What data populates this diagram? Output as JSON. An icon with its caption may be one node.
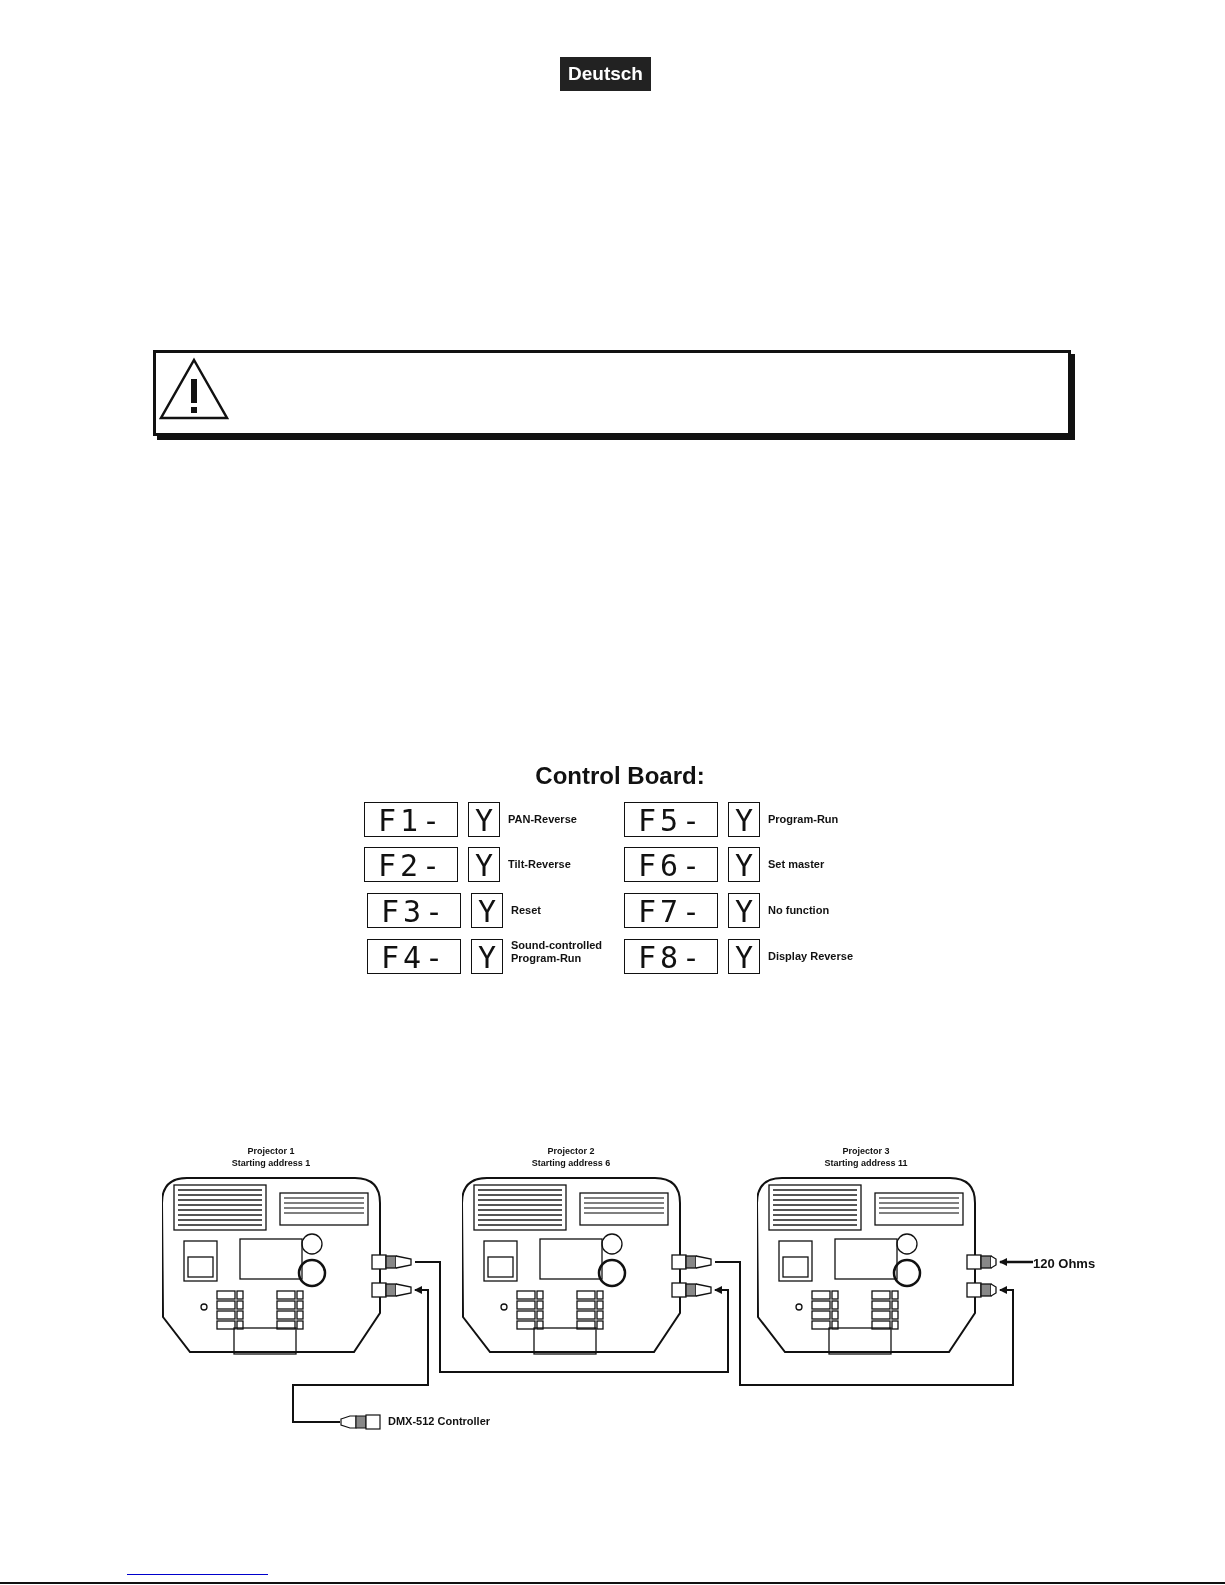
{
  "diagram": {
    "nodes": [
      {
        "text": [
          "Projector 1",
          "Starting address 1"
        ]
      },
      {
        "text": [
          "Projector 2",
          "Starting address 6"
        ]
      },
      {
        "text": [
          "Projector 3",
          "Starting address 11"
        ]
      },
      {
        "text": [
          "DMX-512 Controller"
        ]
      },
      {
        "text": [
          "120 Ohms"
        ]
      }
    ],
    "edges": [
      {
        "from": 3,
        "to": 0,
        "arrow": "to"
      },
      {
        "from": 0,
        "to": 1,
        "arrow": "to"
      },
      {
        "from": 1,
        "to": 2,
        "arrow": "to"
      },
      {
        "from": 4,
        "to": 2,
        "arrow": "to"
      }
    ],
    "labels": [
      "Deutsch",
      "Control Board:",
      "F1-",
      "Y",
      "PAN-Reverse",
      "F5-",
      "Y",
      "Program-Run",
      "F2-",
      "Y",
      "Tilt-Reverse",
      "F6-",
      "Y",
      "Set master",
      "F3-",
      "Y",
      "Reset",
      "F7-",
      "Y",
      "No function",
      "F4-",
      "Y",
      "Sound-controlled Program-Run",
      "F8-",
      "Y",
      "Display Reverse"
    ]
  }
}
